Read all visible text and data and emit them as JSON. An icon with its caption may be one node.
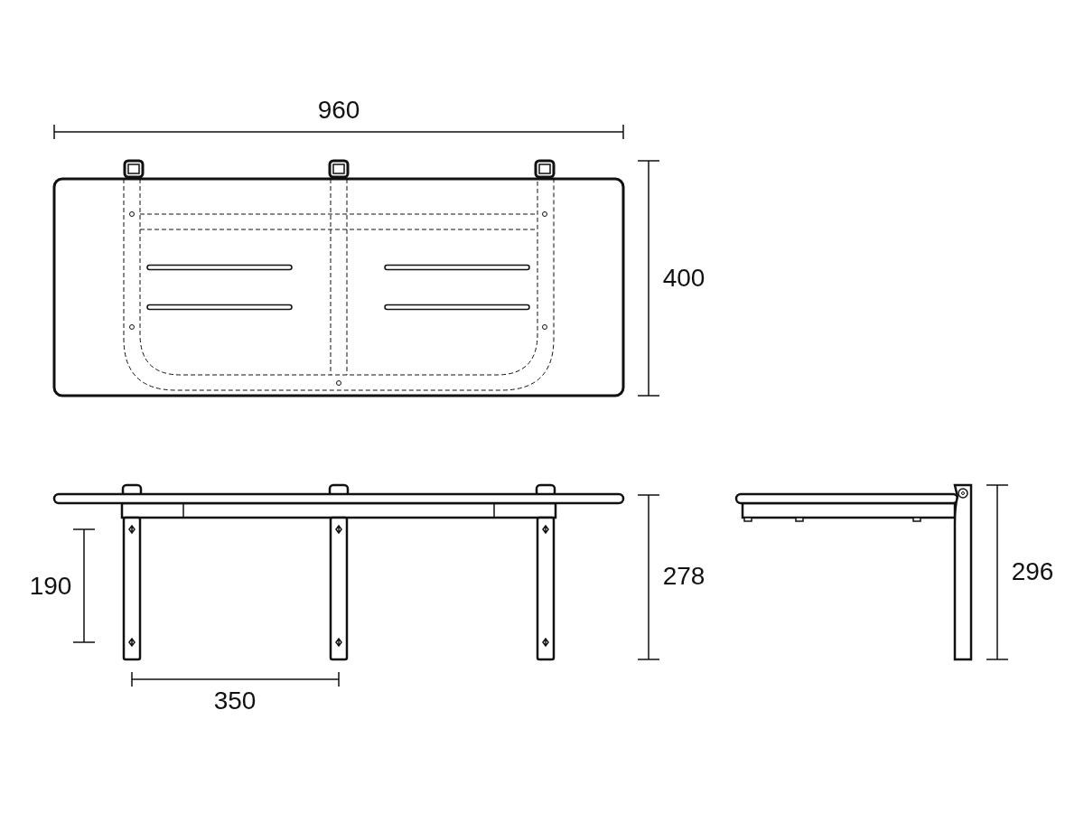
{
  "diagram": {
    "labels": [
      "960",
      "400",
      "190",
      "278",
      "296",
      "350"
    ]
  }
}
